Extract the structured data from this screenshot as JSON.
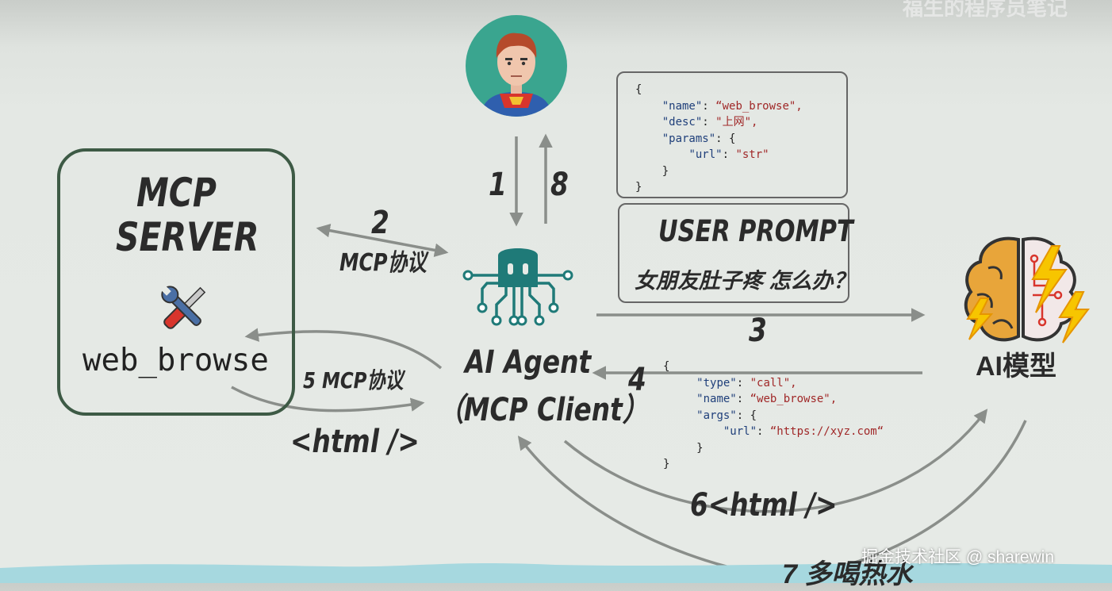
{
  "header": {
    "title": "福生的程序员笔记"
  },
  "server": {
    "line1": "MCP",
    "line2": "SERVER",
    "tool_name": "web_browse"
  },
  "agent": {
    "line1": "AI Agent",
    "line2": "（MCP Client）"
  },
  "model": {
    "label": "AI模型"
  },
  "prompt_box": {
    "title": "USER PROMPT",
    "text": "女朋友肚子疼 怎么办？"
  },
  "tool_def": {
    "brace_open": "{",
    "name_key": "\"name\"",
    "name_val": "“web_browse\",",
    "desc_key": "\"desc\"",
    "desc_val": "\"上网\",",
    "params_key": "\"params\"",
    "params_open": "{",
    "url_key": "\"url\"",
    "url_val": "\"str\"",
    "inner_close": "}",
    "brace_close": "}"
  },
  "call_json": {
    "brace_open": "{",
    "type_key": "\"type\"",
    "type_val": "\"call\",",
    "name_key": "\"name\"",
    "name_val": "“web_browse\",",
    "args_key": "\"args\"",
    "args_open": "{",
    "url_key": "\"url\"",
    "url_val": "“https://xyz.com“",
    "inner_close": "}",
    "brace_close": "}"
  },
  "steps": {
    "s1": "1",
    "s8": "8",
    "s2": "2",
    "s2_label": "MCP协议",
    "s3": "3",
    "s4": "4",
    "s5": "5 MCP协议",
    "html_return": "<html />",
    "s6": "6<html />",
    "s7": "7 多喝热水"
  },
  "watermark": "掘金技术社区 @ sharewin",
  "colors": {
    "arrow": "#8a8e8a",
    "box_border": "#3d5a45",
    "octopus": "#1f7a78",
    "avatar_bg": "#3aa58f"
  }
}
